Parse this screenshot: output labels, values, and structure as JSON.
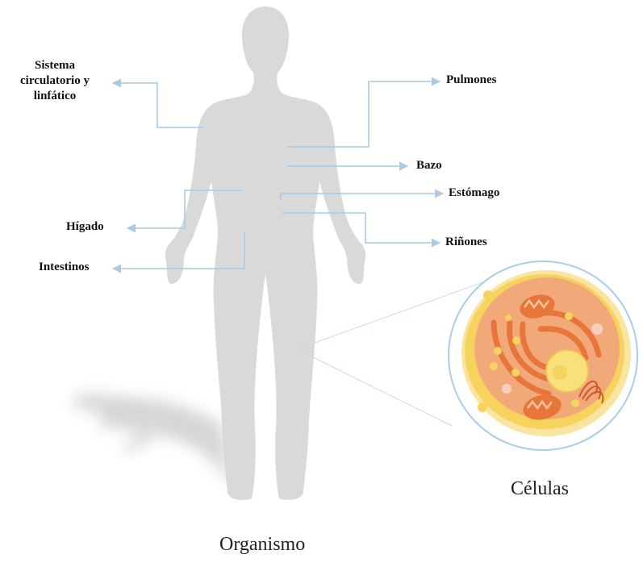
{
  "labels": {
    "circulatorio": "Sistema circulatorio y linfático",
    "pulmones": "Pulmones",
    "bazo": "Bazo",
    "estomago": "Estómago",
    "higado": "Hígado",
    "rinones": "Riñones",
    "intestinos": "Intestinos"
  },
  "captions": {
    "cells": "Células",
    "organism": "Organismo"
  },
  "colors": {
    "silhouette": "#d9d9d9",
    "shadow": "#cfcfcf",
    "connector": "#a9c9e6",
    "cell_border": "#a9cde6",
    "cell_membrane": "#f6d35c",
    "cytoplasm": "#f2a97a",
    "organelle": "#e8763a",
    "nucleus": "#f8e07a"
  }
}
